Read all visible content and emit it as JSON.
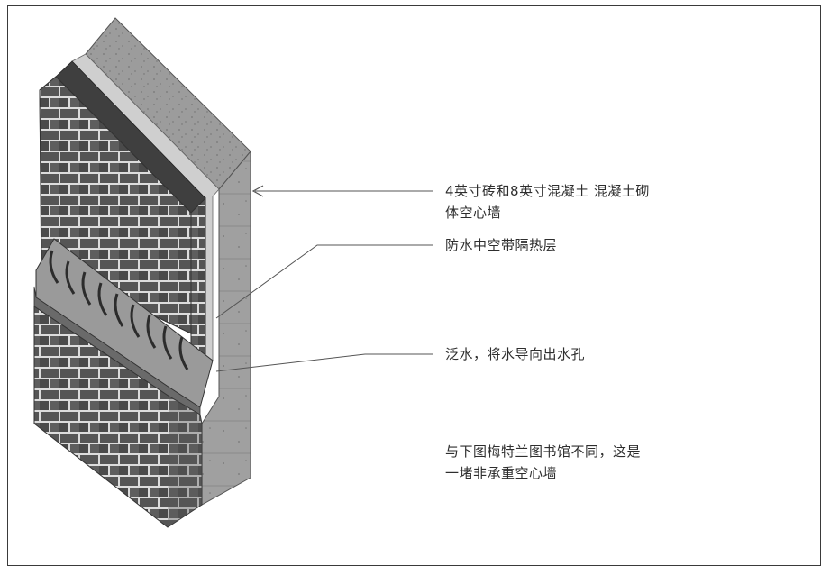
{
  "labels": {
    "wall_type": {
      "line1": "4英寸砖和8英寸混凝土 混凝土砌",
      "line2": "体空心墙"
    },
    "insulation": "防水中空带隔热层",
    "flashing": "泛水，将水导向出水孔",
    "note": {
      "line1": "与下图梅特兰图书馆不同，这是",
      "line2": "一堵非承重空心墙"
    }
  },
  "colors": {
    "brick_face": "#5a5a5a",
    "mortar": "#d9d9d9",
    "concrete_block": "#9a9a9a",
    "insulation": "#c8c8c8",
    "leader_line": "#555555"
  }
}
